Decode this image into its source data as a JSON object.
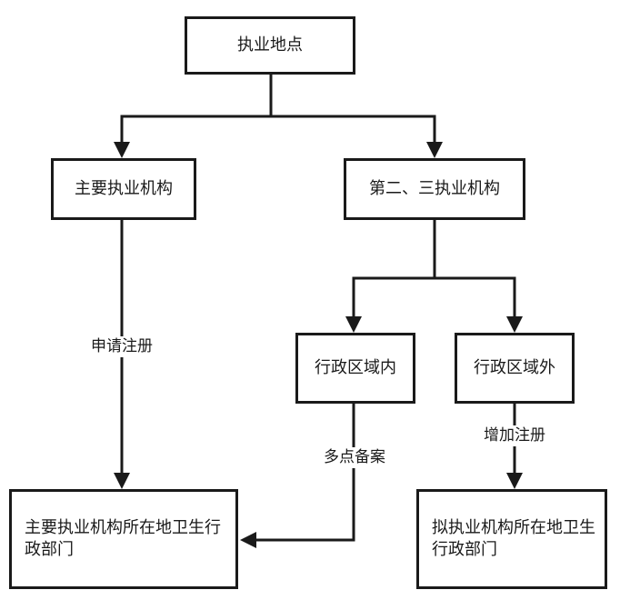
{
  "nodes": {
    "location": "执业地点",
    "primary": "主要执业机构",
    "secondary": "第二、三执业机构",
    "within_region": "行政区域内",
    "outside_region": "行政区域外",
    "primary_health_dept": "主要执业机构所在地卫生行政部门",
    "proposed_health_dept": "拟执业机构所在地卫生行政部门"
  },
  "edge_labels": {
    "apply_registration": "申请注册",
    "multi_site_filing": "多点备案",
    "add_registration": "增加注册"
  }
}
